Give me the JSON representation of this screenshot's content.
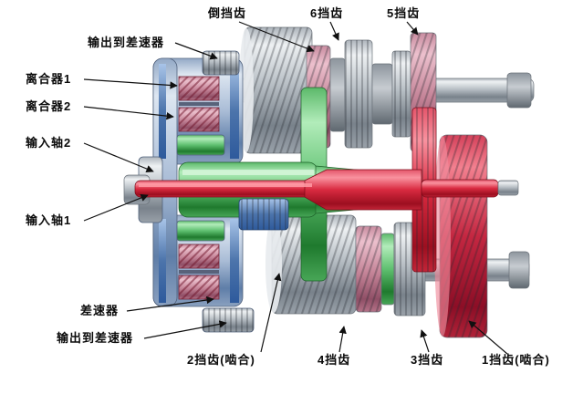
{
  "labels": {
    "reverse_gear": "倒挡齿",
    "gear6": "6挡齿",
    "gear5": "5挡齿",
    "output_to_diff_top": "输出到差速器",
    "clutch1": "离合器1",
    "clutch2": "离合器2",
    "input_shaft2": "输入轴2",
    "input_shaft1": "输入轴1",
    "differential": "差速器",
    "output_to_diff_bottom": "输出到差速器",
    "gear2": "2挡齿(啮合)",
    "gear4": "4挡齿",
    "gear3": "3挡齿",
    "gear1": "1挡齿(啮合)"
  },
  "colors": {
    "background": "#ffffff",
    "input_shaft1_red": "#c01328",
    "input_shaft2_green": "#2f9c3f",
    "clutch_housing_blue": "#8fa9c9",
    "steel_gear_gray": "#9aa2aa",
    "pink_gear": "#c9889c",
    "crimson_gear": "#a81230",
    "label_text": "#0a0a0a"
  }
}
